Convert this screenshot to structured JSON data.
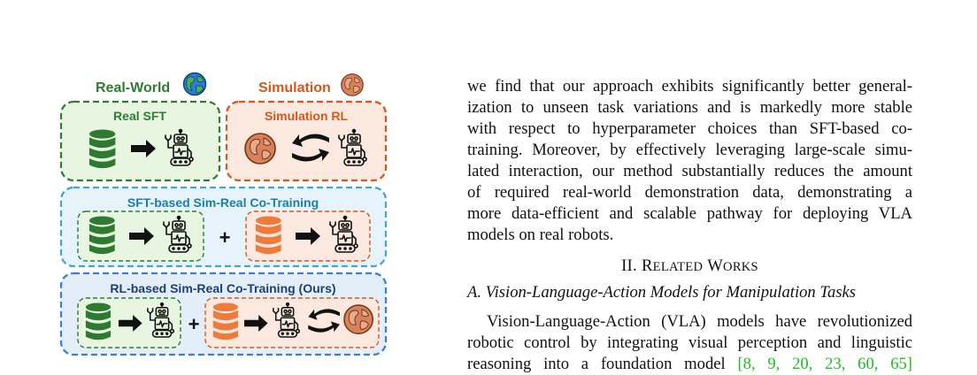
{
  "figure": {
    "real_world_label": "Real-World",
    "simulation_label": "Simulation",
    "real_sft_label": "Real SFT",
    "simulation_rl_label": "Simulation RL",
    "sft_cotrain_label": "SFT-based Sim-Real Co-Training",
    "rl_cotrain_label": "RL-based Sim-Real Co-Training (Ours)",
    "plus": "+",
    "colors": {
      "green": "#2e7d32",
      "green_dark": "#1e5b26",
      "green_fill": "#e8f5e1",
      "orange": "#d4581b",
      "orange_fill": "#fbe8df",
      "teal": "#1b7fa6",
      "blue_fill": "#e6f3fa",
      "navy": "#1d3f73",
      "db_green": "#2f7a31",
      "db_orange": "#ee7a3b",
      "globe_brown": "#d9825a"
    },
    "icons": [
      "globe-icon",
      "database-icon",
      "robot-icon",
      "arrow-icon",
      "cycle-arrows-icon"
    ]
  },
  "text": {
    "para1_lines": [
      "we find that our approach exhibits significantly better general-",
      "ization to unseen task variations and is markedly more stable",
      "with respect to hyperparameter choices than SFT-based co-",
      "training. Moreover, by effectively leveraging large-scale simu-",
      "lated interaction, our method substantially reduces the amount",
      "of required real-world demonstration data, demonstrating a",
      "more data-efficient and scalable pathway for deploying VLA",
      "models on real robots."
    ],
    "section_number": "II.",
    "section_title_cap_r": "R",
    "section_title_rest1": "ELATED",
    "section_title_cap_w": "W",
    "section_title_rest2": "ORKS",
    "subsection": "A. Vision-Language-Action Models for Manipulation Tasks",
    "para2_line1": "Vision-Language-Action (VLA) models have revolutionized",
    "para2_line2": "robotic control by integrating visual perception and linguistic",
    "para2_line3_start": "reasoning into a foundation model",
    "para2_line3_cite": "[8, 9, 20, 23, 60, 65]"
  }
}
